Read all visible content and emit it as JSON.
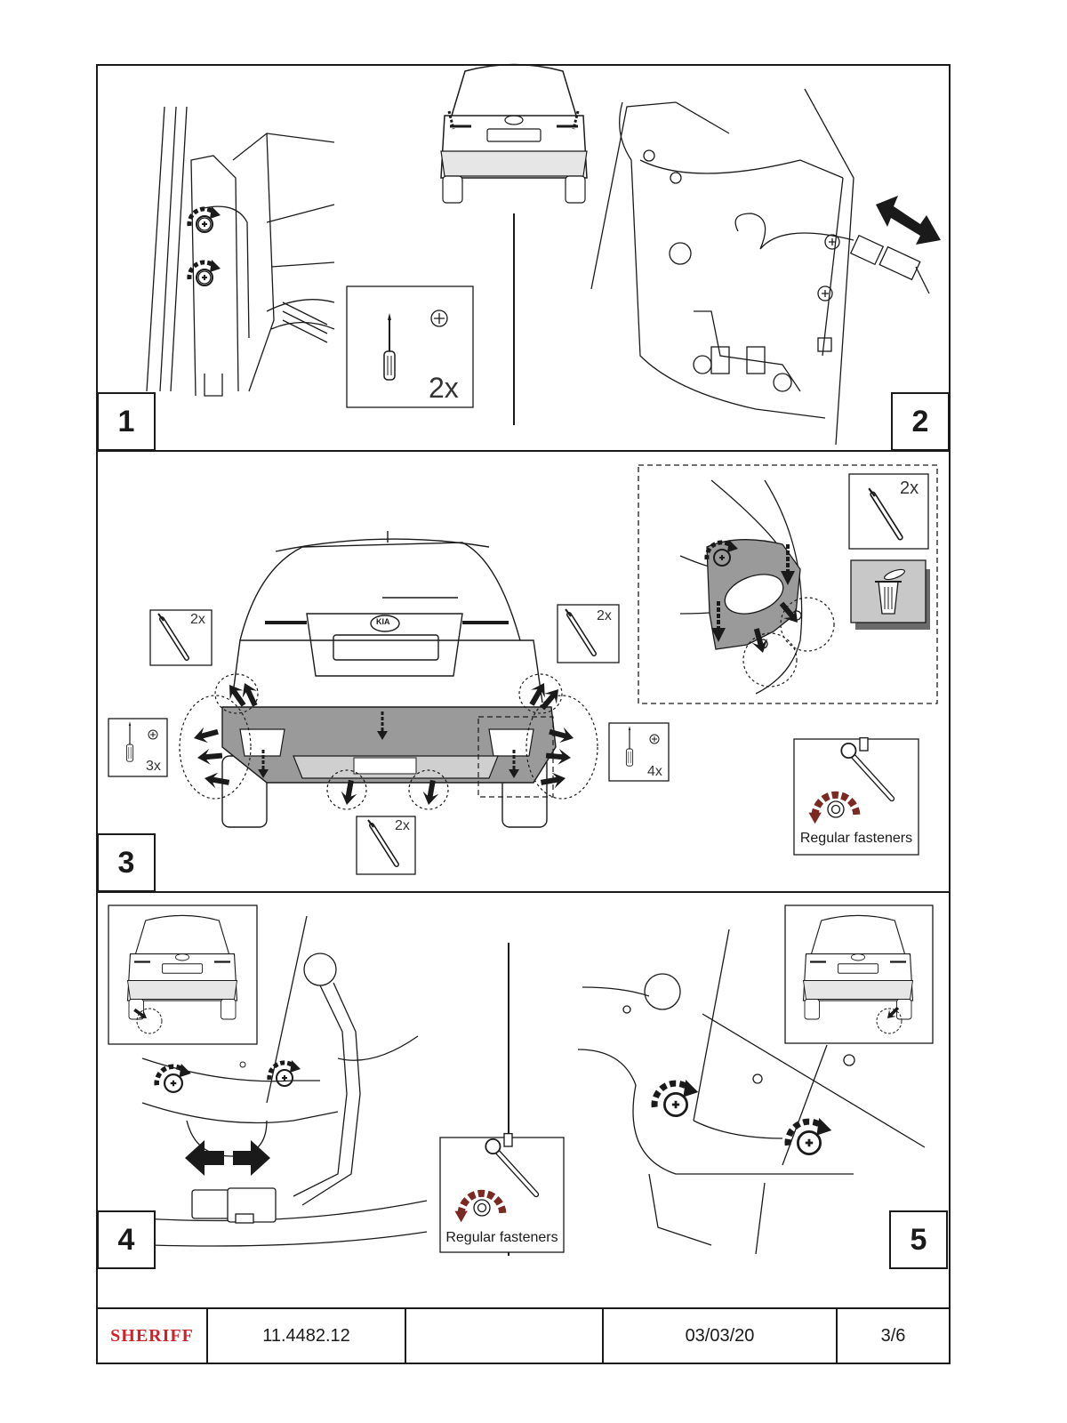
{
  "steps": [
    {
      "number": "1"
    },
    {
      "number": "2"
    },
    {
      "number": "3"
    },
    {
      "number": "4"
    },
    {
      "number": "5"
    }
  ],
  "quantities": {
    "step1_screw": "2x",
    "step3_clip_left": "2x",
    "step3_clip_right": "2x",
    "step3_clip_bottom": "2x",
    "step3_screw_left": "3x",
    "step3_screw_right": "4x",
    "step3_detail_clip": "2x"
  },
  "tool_labels": {
    "step3_wrench": "Regular fasteners",
    "step45_wrench": "Regular fasteners"
  },
  "car_badge": "KIA",
  "footer": {
    "brand": "SHERIFF",
    "part_number": "11.4482.12",
    "blank": "",
    "date": "03/03/20",
    "page": "3/6"
  },
  "colors": {
    "line": "#1a1a1a",
    "brand_red": "#d0202a",
    "arrow_brown": "#7a2a22",
    "bumper_grey": "#9a9a9a"
  },
  "icons": [
    "phillips-screwdriver-icon",
    "clip-remover-icon",
    "ratchet-wrench-icon",
    "rotate-arrows-icon",
    "double-arrow-icon",
    "trash-bin-icon"
  ]
}
